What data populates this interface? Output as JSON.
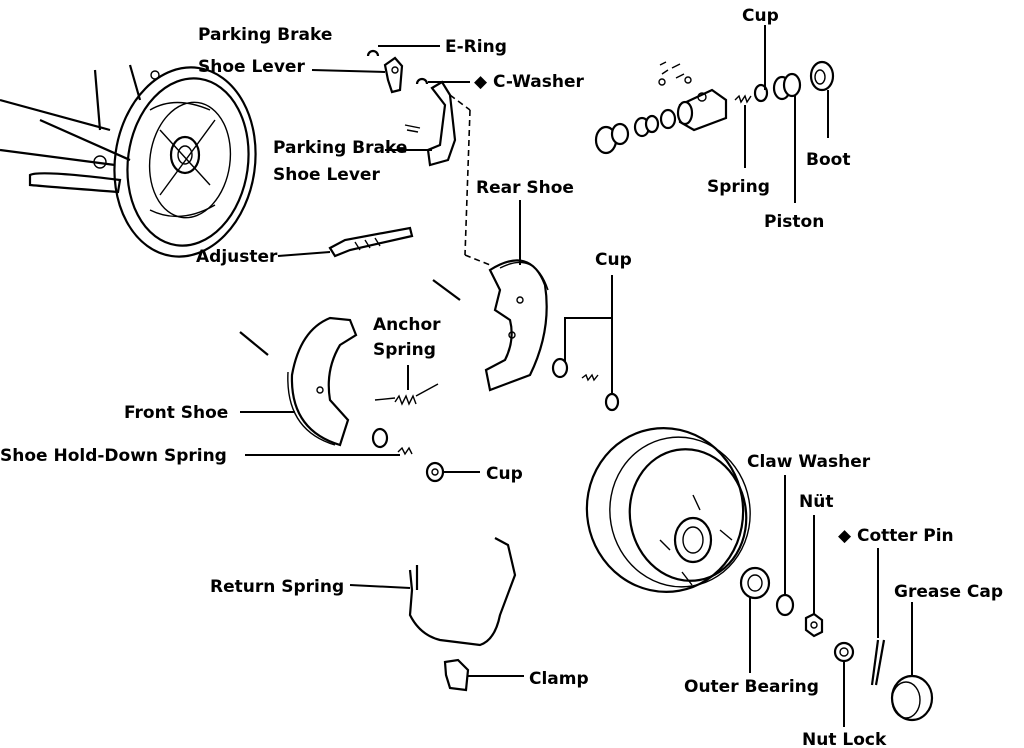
{
  "colors": {
    "ink": "#000000",
    "background": "#ffffff"
  },
  "labels": {
    "parking_brake_shoe_lever_top_line1": "Parking Brake",
    "parking_brake_shoe_lever_top_line2": "Shoe Lever",
    "e_ring": "E-Ring",
    "c_washer": "◆ C-Washer",
    "parking_brake_shoe_lever_line1": "Parking Brake",
    "parking_brake_shoe_lever_line2": "Shoe Lever",
    "adjuster": "Adjuster",
    "rear_shoe": "Rear Shoe",
    "cup_top": "Cup",
    "spring_top": "Spring",
    "piston": "Piston",
    "boot": "Boot",
    "cup_right": "Cup",
    "anchor_spring_line1": "Anchor",
    "anchor_spring_line2": "Spring",
    "front_shoe": "Front Shoe",
    "shoe_hold_down_spring": "Shoe Hold-Down Spring",
    "cup_bottom": "Cup",
    "return_spring": "Return Spring",
    "clamp": "Clamp",
    "claw_washer": "Claw Washer",
    "nut": "Nüt",
    "cotter_pin": "◆ Cotter Pin",
    "grease_cap": "Grease Cap",
    "outer_bearing": "Outer Bearing",
    "nut_lock": "Nut Lock"
  }
}
